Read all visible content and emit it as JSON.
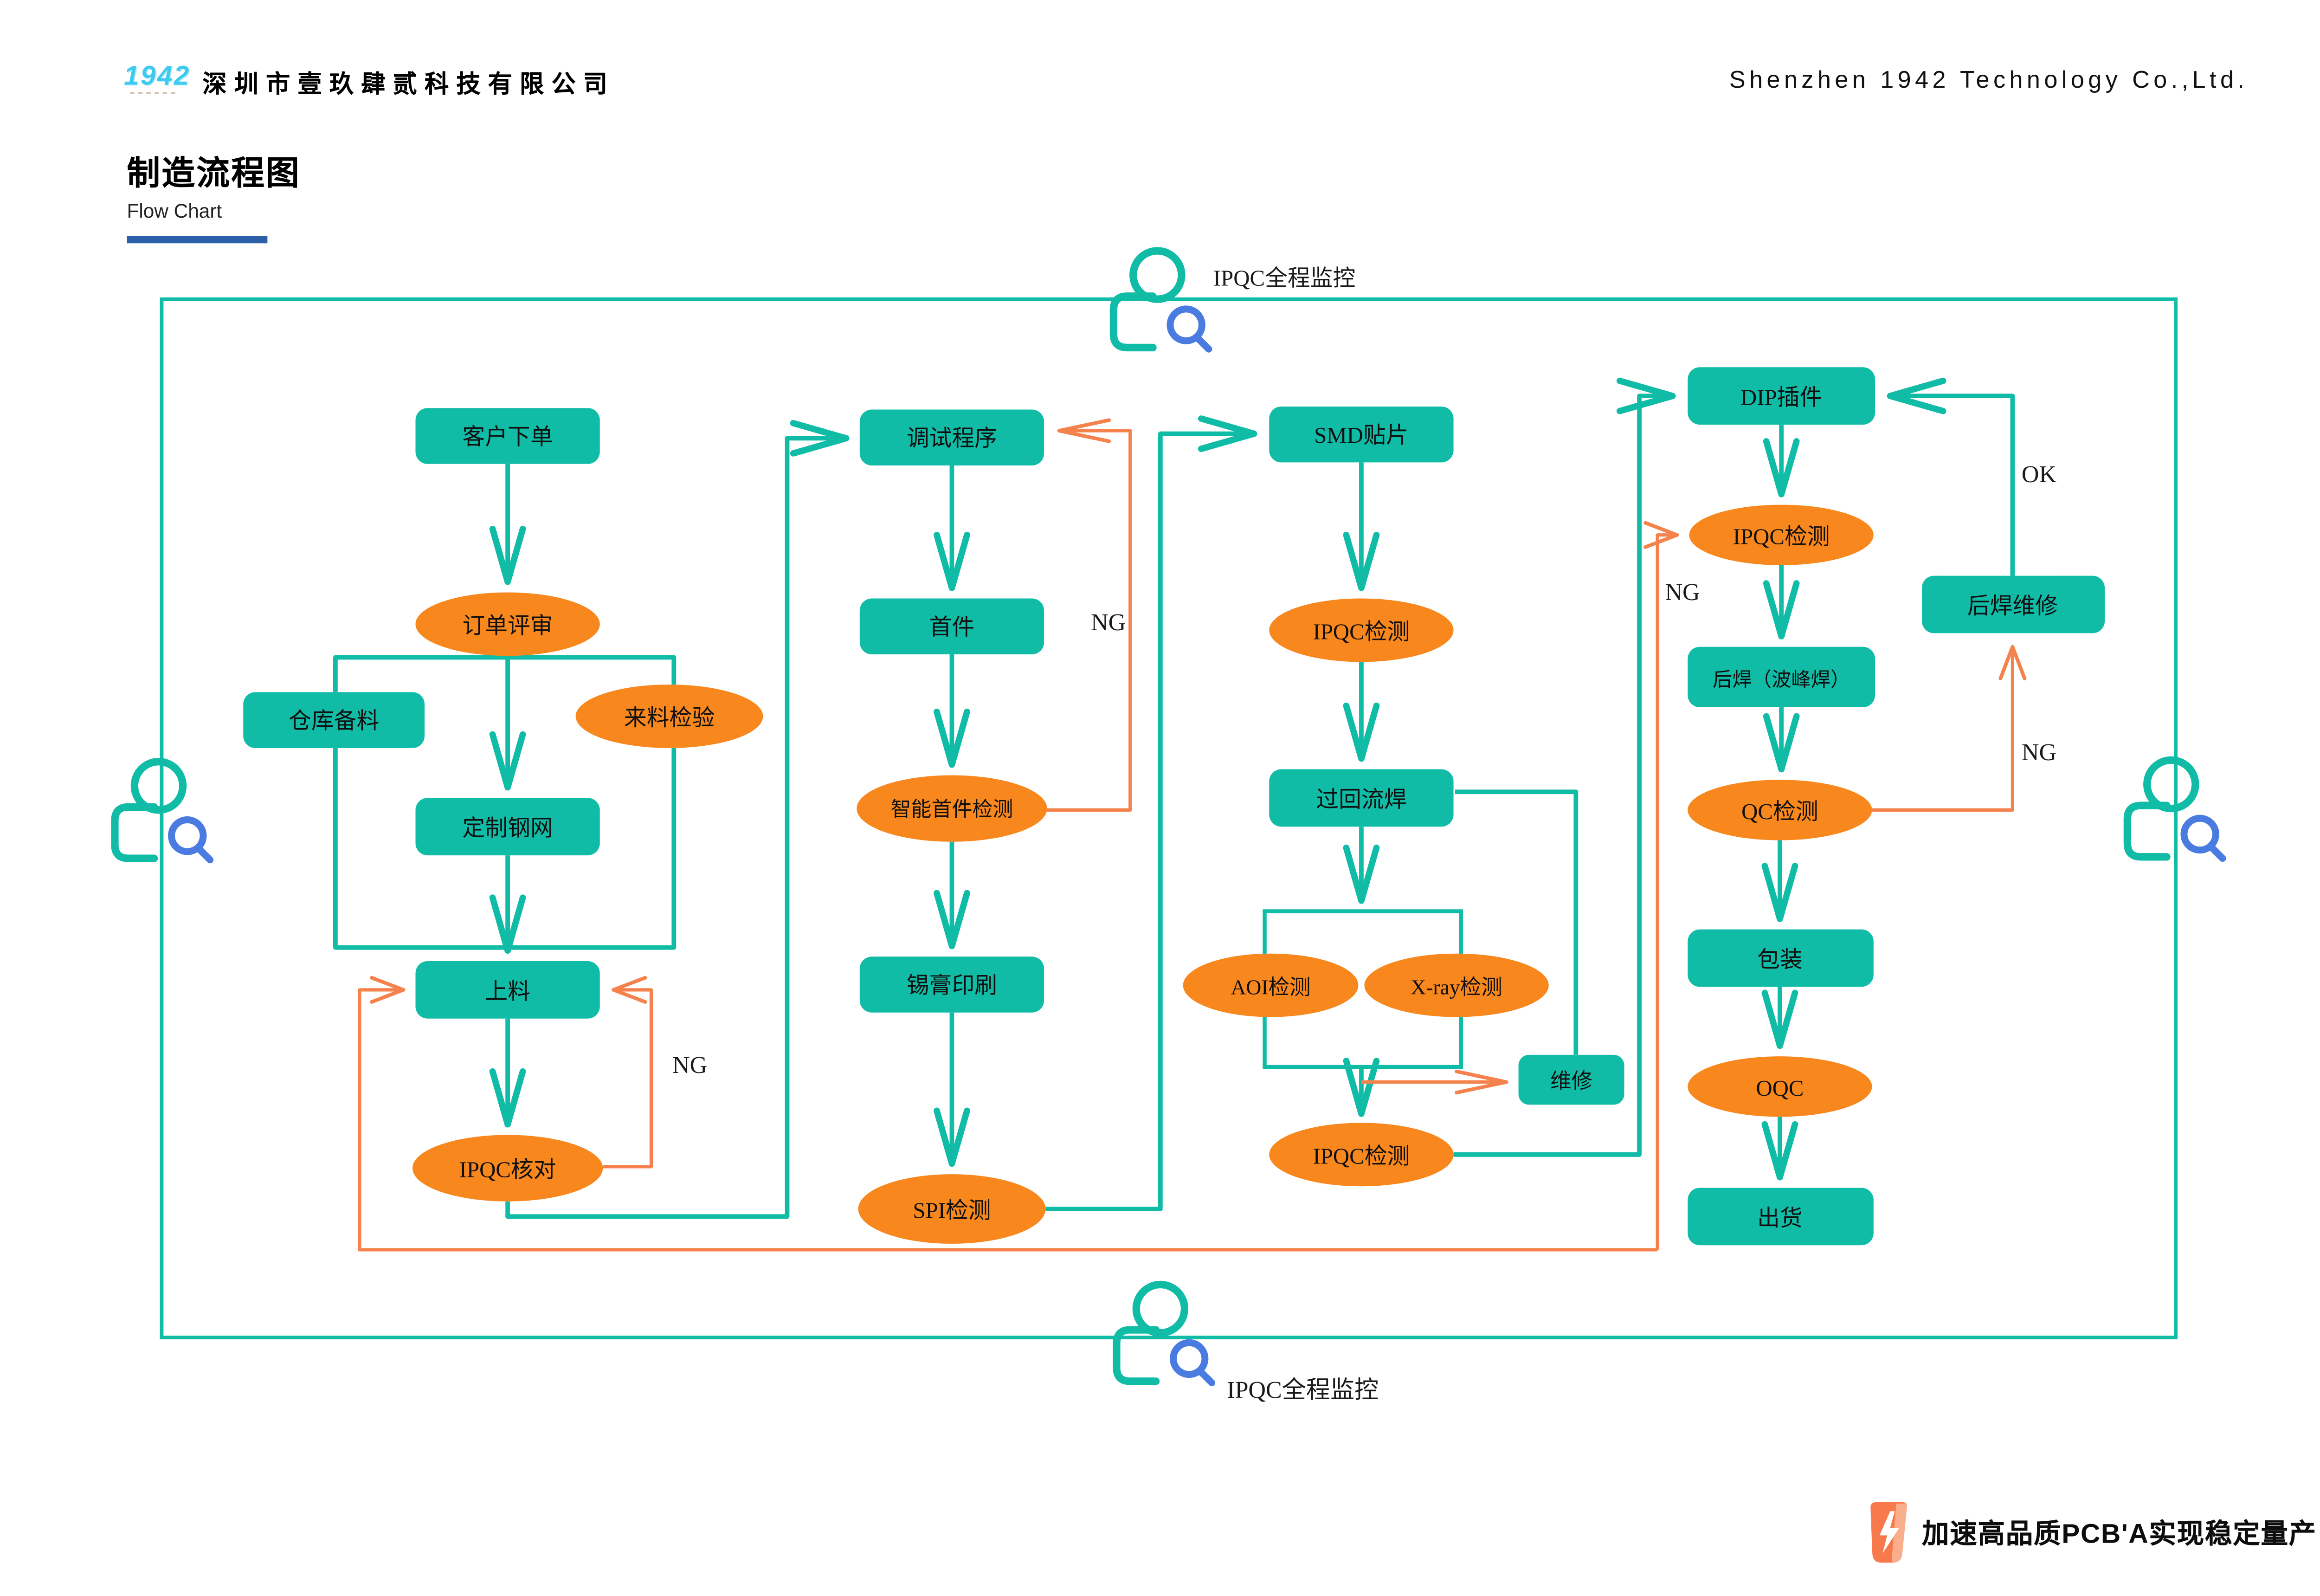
{
  "header": {
    "logo": "1942",
    "company_cn": "深圳市壹玖肆贰科技有限公司",
    "company_en": "Shenzhen 1942 Technology Co.,Ltd.",
    "title_cn": "制造流程图",
    "title_en": "Flow Chart"
  },
  "monitoring": {
    "top": "IPQC全程监控",
    "bottom": "IPQC全程监控"
  },
  "nodes": {
    "customer_order": "客户下单",
    "order_review": "订单评审",
    "warehouse_prep": "仓库备料",
    "incoming_inspection": "来料检验",
    "custom_stencil": "定制钢网",
    "loading": "上料",
    "ipqc_verify": "IPQC核对",
    "program_debug": "调试程序",
    "first_article": "首件",
    "smart_first_article": "智能首件检测",
    "solder_paste_printing": "锡膏印刷",
    "spi": "SPI检测",
    "smd": "SMD贴片",
    "ipqc_smd": "IPQC检测",
    "reflow": "过回流焊",
    "aoi": "AOI检测",
    "xray": "X-ray检测",
    "repair": "维修",
    "ipqc_post_reflow": "IPQC检测",
    "dip": "DIP插件",
    "ipqc_dip": "IPQC检测",
    "wave_solder": "后焊（波峰焊）",
    "qc": "QC检测",
    "packing": "包装",
    "oqc": "OQC",
    "shipping": "出货",
    "post_weld_repair": "后焊维修"
  },
  "edge_labels": {
    "ng_loading_loop": "NG",
    "ng_first_article": "NG",
    "ng_dip": "NG",
    "ng_qc": "NG",
    "ok_rework": "OK"
  },
  "footer": {
    "slogan": "加速高品质PCB'A实现稳定量产"
  },
  "colors": {
    "teal": "#11bca7",
    "orange_fill": "#f8871d",
    "orange_line": "#f5824d",
    "blue": "#4a7be0",
    "logo_cyan": "#3ec9f0",
    "underline_blue": "#2b5fa7"
  }
}
